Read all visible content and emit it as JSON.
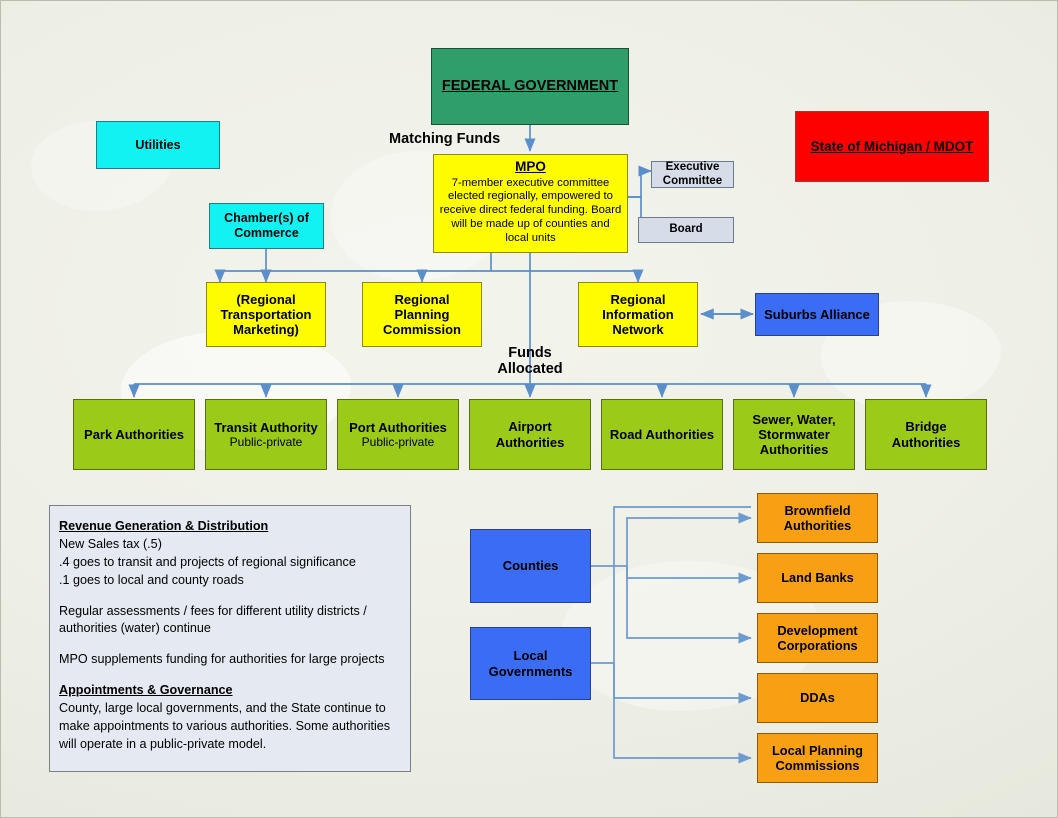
{
  "diagram": {
    "title_note": "Regional governance and funding flow chart",
    "flow_labels": {
      "matching_funds": "Matching Funds",
      "funds_allocated_line1": "Funds",
      "funds_allocated_line2": "Allocated"
    },
    "top": {
      "federal": "FEDERAL GOVERNMENT",
      "state": "State of Michigan / MDOT",
      "utilities": "Utilities",
      "chamber_line1": "Chamber(s) of",
      "chamber_line2": "Commerce"
    },
    "mpo": {
      "title": "MPO",
      "body": "7-member executive committee elected regionally, empowered to receive direct federal funding. Board will be made up of counties and local units",
      "executive_committee_line1": "Executive",
      "executive_committee_line2": "Committee",
      "board": "Board"
    },
    "regional": [
      {
        "name": "regional-transportation-marketing",
        "line1": "(Regional",
        "line2": "Transportation",
        "line3": "Marketing)"
      },
      {
        "name": "regional-planning-commission",
        "line1": "Regional",
        "line2": "Planning",
        "line3": "Commission"
      },
      {
        "name": "regional-information-network",
        "line1": "Regional",
        "line2": "Information",
        "line3": "Network"
      }
    ],
    "suburbs_alliance": "Suburbs Alliance",
    "authorities": [
      {
        "name": "park-authorities",
        "line1": "Park Authorities",
        "line2": "",
        "line3": "",
        "sub": ""
      },
      {
        "name": "transit-authority",
        "line1": "Transit Authority",
        "line2": "",
        "line3": "",
        "sub": "Public-private"
      },
      {
        "name": "port-authorities",
        "line1": "Port Authorities",
        "line2": "",
        "line3": "",
        "sub": "Public-private"
      },
      {
        "name": "airport-authorities",
        "line1": "Airport",
        "line2": "Authorities",
        "line3": "",
        "sub": ""
      },
      {
        "name": "road-authorities",
        "line1": "Road Authorities",
        "line2": "",
        "line3": "",
        "sub": ""
      },
      {
        "name": "sewer-water-stormwater-authorities",
        "line1": "Sewer, Water,",
        "line2": "Stormwater",
        "line3": "Authorities",
        "sub": ""
      },
      {
        "name": "bridge-authorities",
        "line1": "Bridge",
        "line2": "Authorities",
        "line3": "",
        "sub": ""
      }
    ],
    "local": {
      "counties": "Counties",
      "local_governments_line1": "Local",
      "local_governments_line2": "Governments"
    },
    "local_entities": [
      {
        "name": "brownfield-authorities",
        "line1": "Brownfield",
        "line2": "Authorities"
      },
      {
        "name": "land-banks",
        "line1": "Land Banks",
        "line2": ""
      },
      {
        "name": "development-corporations",
        "line1": "Development",
        "line2": "Corporations"
      },
      {
        "name": "ddas",
        "line1": "DDAs",
        "line2": ""
      },
      {
        "name": "local-planning-commissions",
        "line1": "Local Planning",
        "line2": "Commissions"
      }
    ],
    "info_panel": {
      "heading1": "Revenue Generation & Distribution",
      "line1": "New Sales tax (.5)",
      "line2": ".4 goes to transit and projects of regional significance",
      "line3": ".1 goes to local and county roads",
      "line4": "Regular assessments / fees for different utility districts /",
      "line5": "authorities (water) continue",
      "line6": "MPO supplements funding for authorities for large projects",
      "heading2": "Appointments & Governance",
      "line7": "County, large local governments, and the State continue to",
      "line8": "make appointments to various authorities.  Some authorities",
      "line9": "will operate in a public-private model."
    },
    "colors": {
      "federal_green": "#2f9e6a",
      "state_red": "#fe0000",
      "cyan": "#11f3f3",
      "yellow": "#fffd00",
      "grey_blue": "#d6dce8",
      "olive_green": "#9cca18",
      "blue": "#3a6cf4",
      "orange": "#f8a011",
      "connector_blue": "#5b8fc9",
      "panel_bg": "#e4e9f2",
      "background": "#eeefe6"
    }
  }
}
